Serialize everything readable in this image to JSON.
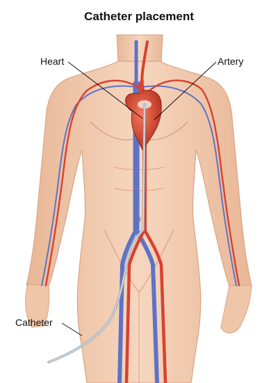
{
  "title": "Catheter placement",
  "labels": {
    "heart": "Heart",
    "artery": "Artery",
    "catheter": "Catheter"
  },
  "colors": {
    "skin": "#f3cdb1",
    "skin_shadow": "#e2ac8a",
    "artery": "#d9412f",
    "vein": "#5f73c6",
    "catheter": "#9aa7b3",
    "leader_line": "#111111"
  }
}
